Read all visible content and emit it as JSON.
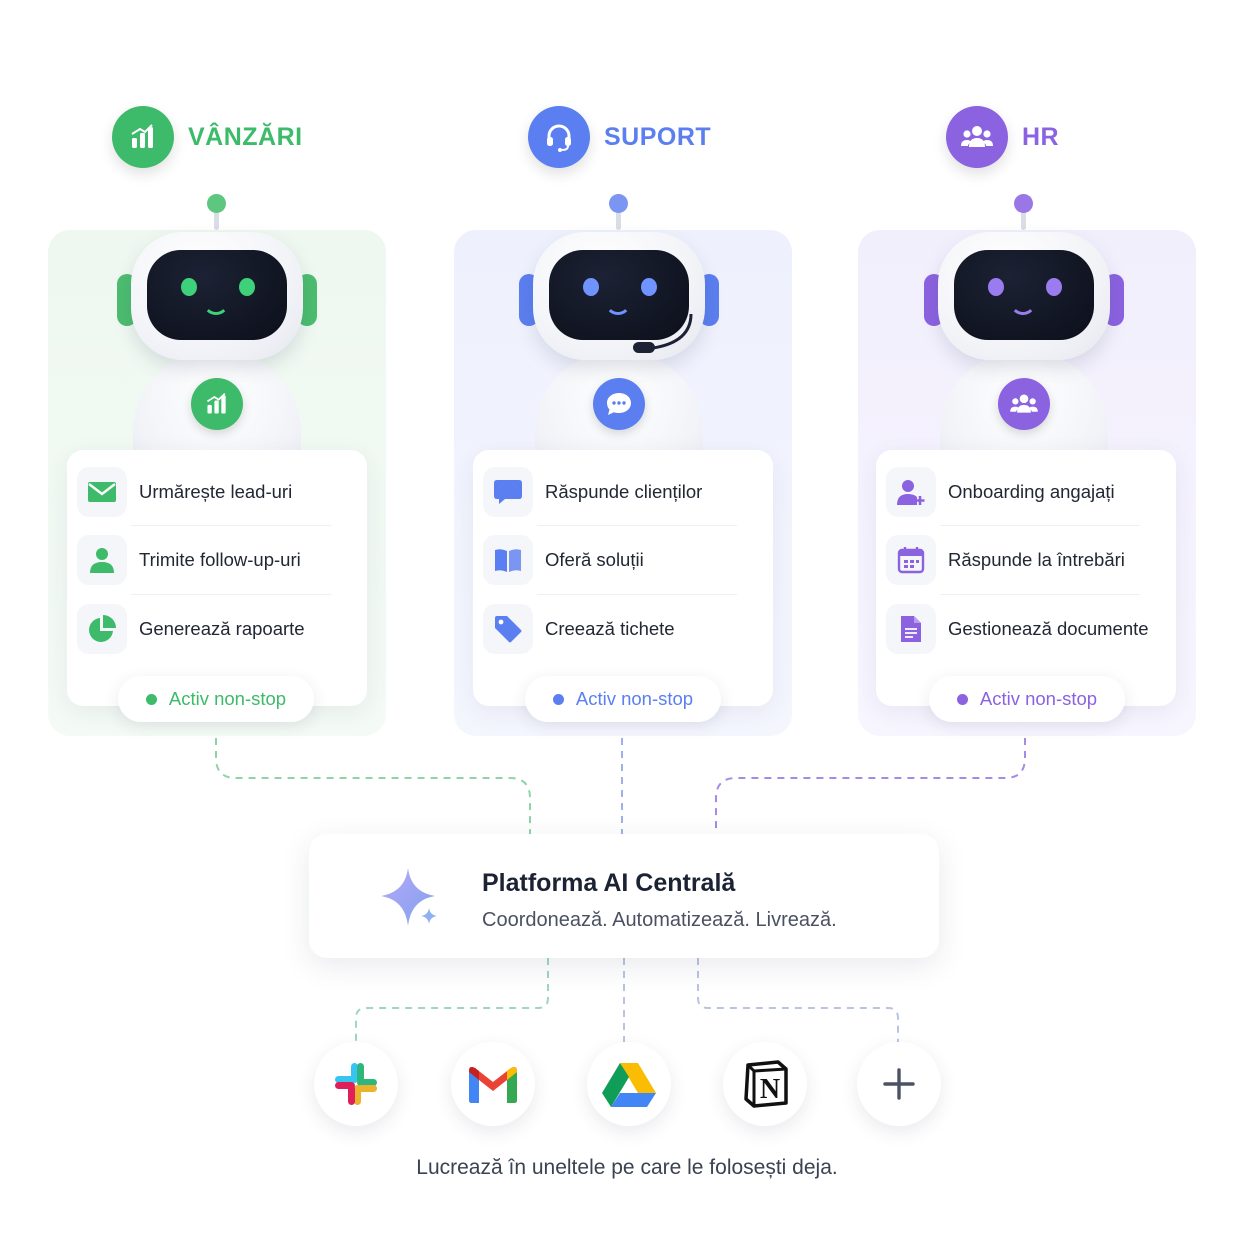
{
  "colors": {
    "sales": "#3dbb6a",
    "support": "#5b7ff0",
    "hr": "#8b62e0",
    "line_green": "#8fd4a6",
    "line_blue": "#9fb1ec",
    "line_purple": "#a58be6"
  },
  "departments": [
    {
      "title": "VÂNZĂRI",
      "header_icon": "bar-chart-icon",
      "chest_icon": "bar-chart-icon",
      "tasks": [
        {
          "label": "Urmărește lead-uri",
          "icon": "mail-icon"
        },
        {
          "label": "Trimite follow-up-uri",
          "icon": "user-icon"
        },
        {
          "label": "Generează rapoarte",
          "icon": "pie-chart-icon"
        }
      ],
      "status": "Activ non-stop"
    },
    {
      "title": "SUPORT",
      "header_icon": "headset-icon",
      "chest_icon": "chat-bubble-icon",
      "tasks": [
        {
          "label": "Răspunde clienților",
          "icon": "message-icon"
        },
        {
          "label": "Oferă soluții",
          "icon": "book-icon"
        },
        {
          "label": "Creează tichete",
          "icon": "tag-icon"
        }
      ],
      "status": "Activ non-stop"
    },
    {
      "title": "HR",
      "header_icon": "team-icon",
      "chest_icon": "team-icon",
      "tasks": [
        {
          "label": "Onboarding angajați",
          "icon": "add-user-icon"
        },
        {
          "label": "Răspunde la întrebări",
          "icon": "calendar-icon"
        },
        {
          "label": "Gestionează documente",
          "icon": "document-icon"
        }
      ],
      "status": "Activ non-stop"
    }
  ],
  "platform": {
    "title": "Platforma AI Centrală",
    "subtitle": "Coordonează. Automatizează. Livrează.",
    "icon": "sparkle-icon"
  },
  "tools": [
    {
      "icon": "slack-icon"
    },
    {
      "icon": "gmail-icon"
    },
    {
      "icon": "google-drive-icon"
    },
    {
      "icon": "notion-icon",
      "glyph": "N"
    },
    {
      "icon": "plus-icon"
    }
  ],
  "footer": "Lucrează în uneltele pe care le folosești deja."
}
